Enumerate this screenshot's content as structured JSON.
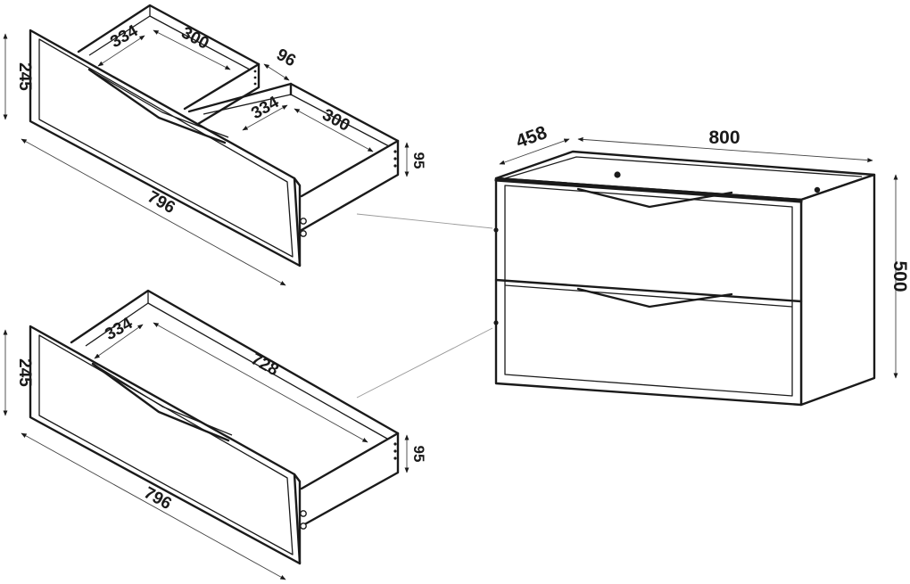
{
  "dimensions": {
    "top_drawer_front_width": "796",
    "top_drawer_front_height": "245",
    "top_drawer_left_depth": "334",
    "top_drawer_left_width": "300",
    "top_drawer_gap": "96",
    "top_drawer_right_depth": "334",
    "top_drawer_right_width": "300",
    "top_drawer_side_height": "95",
    "bottom_drawer_front_width": "796",
    "bottom_drawer_front_height": "245",
    "bottom_drawer_depth": "334",
    "bottom_drawer_inner_width": "728",
    "bottom_drawer_side_height": "95",
    "cabinet_depth": "458",
    "cabinet_width": "800",
    "cabinet_height": "500"
  }
}
